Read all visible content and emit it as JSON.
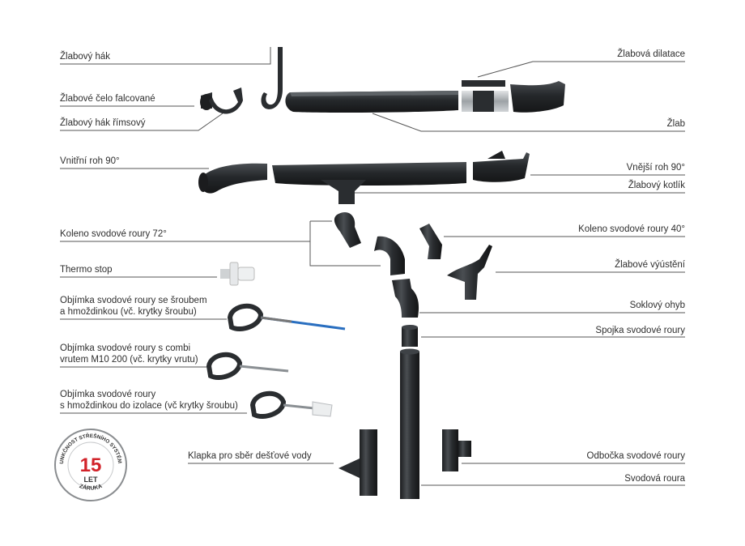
{
  "labels": {
    "zlabovy_hak": "Žlabový hák",
    "zlabove_celo": "Žlabové čelo falcované",
    "zlabovy_hak_rimsovy": "Žlabový hák římsový",
    "vnitrni_roh": "Vnitřní roh 90°",
    "koleno_72": "Koleno svodové roury 72°",
    "thermo_stop": "Thermo stop",
    "objimka_1_l1": "Objímka svodové roury se šroubem",
    "objimka_1_l2": "a hmoždinkou (vč. krytky šroubu)",
    "objimka_2_l1": "Objímka svodové roury s combi",
    "objimka_2_l2": "vrutem M10 200 (vč. krytky vrutu)",
    "objimka_3_l1": "Objímka svodové roury",
    "objimka_3_l2": "s hmoždinkou do izolace (vč krytky šroubu)",
    "klapka": "Klapka pro sběr dešťové vody",
    "zlabova_dilatace": "Žlabová dilatace",
    "zlab": "Žlab",
    "vnejsi_roh": "Vnější roh 90°",
    "zlabovy_kotlik": "Žlabový kotlík",
    "koleno_40": "Koleno svodové roury 40°",
    "zlabove_vyusteni": "Žlabové výústění",
    "soklovy_ohyb": "Soklový ohyb",
    "spojka": "Spojka svodové roury",
    "odbocka": "Odbočka svodové roury",
    "svodova_roura": "Svodová roura"
  },
  "badge": {
    "number": "15",
    "unit": "LET",
    "ring_top": "FUNKČNOST STŘEŠNÍHO SYSTÉMU",
    "ring_bottom": "ZÁRUKA"
  },
  "colors": {
    "part": "#2a2d30",
    "line": "#555555",
    "accent_red": "#d2232a",
    "blue_screw": "#2a6fc0"
  }
}
